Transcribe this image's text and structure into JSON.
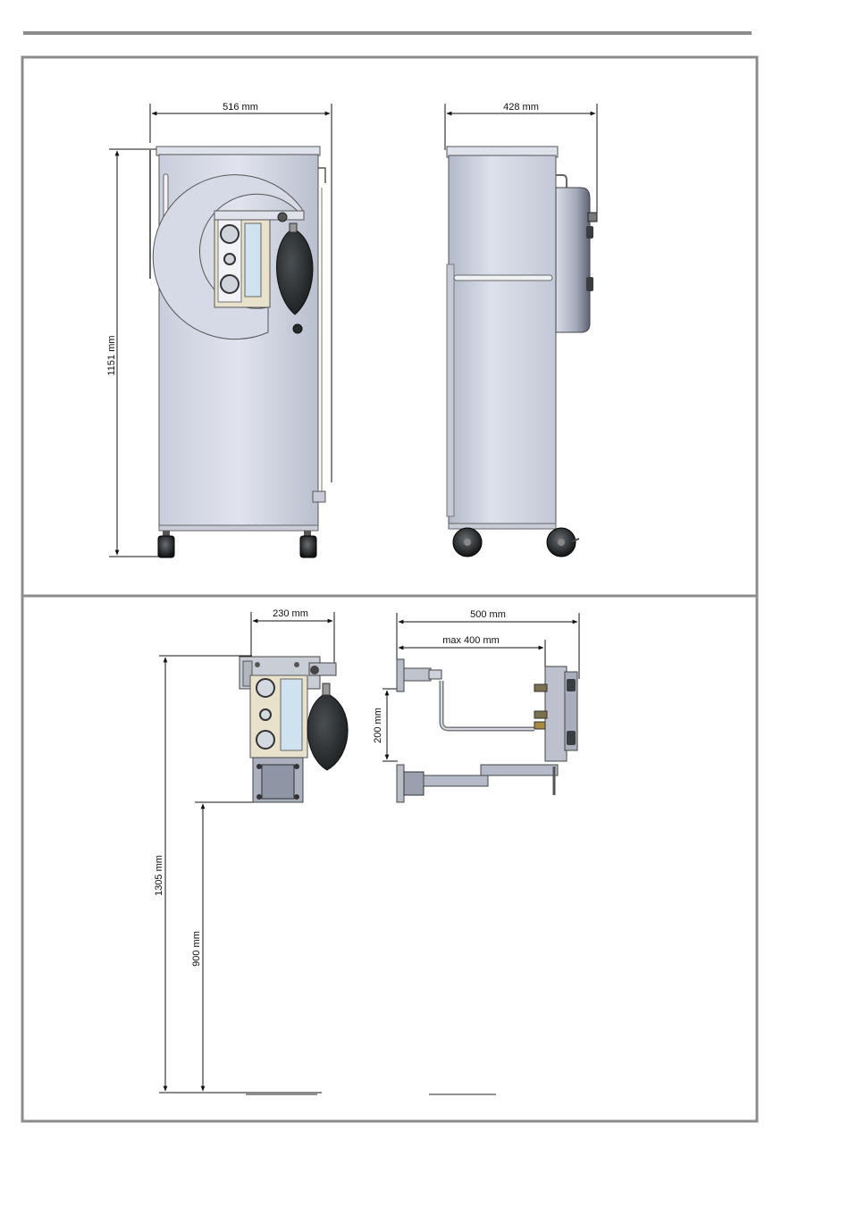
{
  "colors": {
    "frame": "#8c8c8c",
    "cabinet_light": "#d4d8e6",
    "cabinet_mid": "#b7bccc",
    "cabinet_dark": "#8f95a6",
    "bag": "#232728",
    "dimension_line": "#111111"
  },
  "top_panel": {
    "front_view": {
      "width_label": "516 mm",
      "height_label": "1151 mm"
    },
    "side_view": {
      "depth_label": "428 mm"
    }
  },
  "bottom_panel": {
    "wall_unit_front": {
      "width_label": "230 mm",
      "total_height_label": "1305 mm",
      "mount_height_label": "900 mm"
    },
    "wall_unit_side": {
      "total_reach_label": "500 mm",
      "arm_reach_label": "max 400 mm",
      "bracket_spacing_label": "200 mm"
    }
  }
}
